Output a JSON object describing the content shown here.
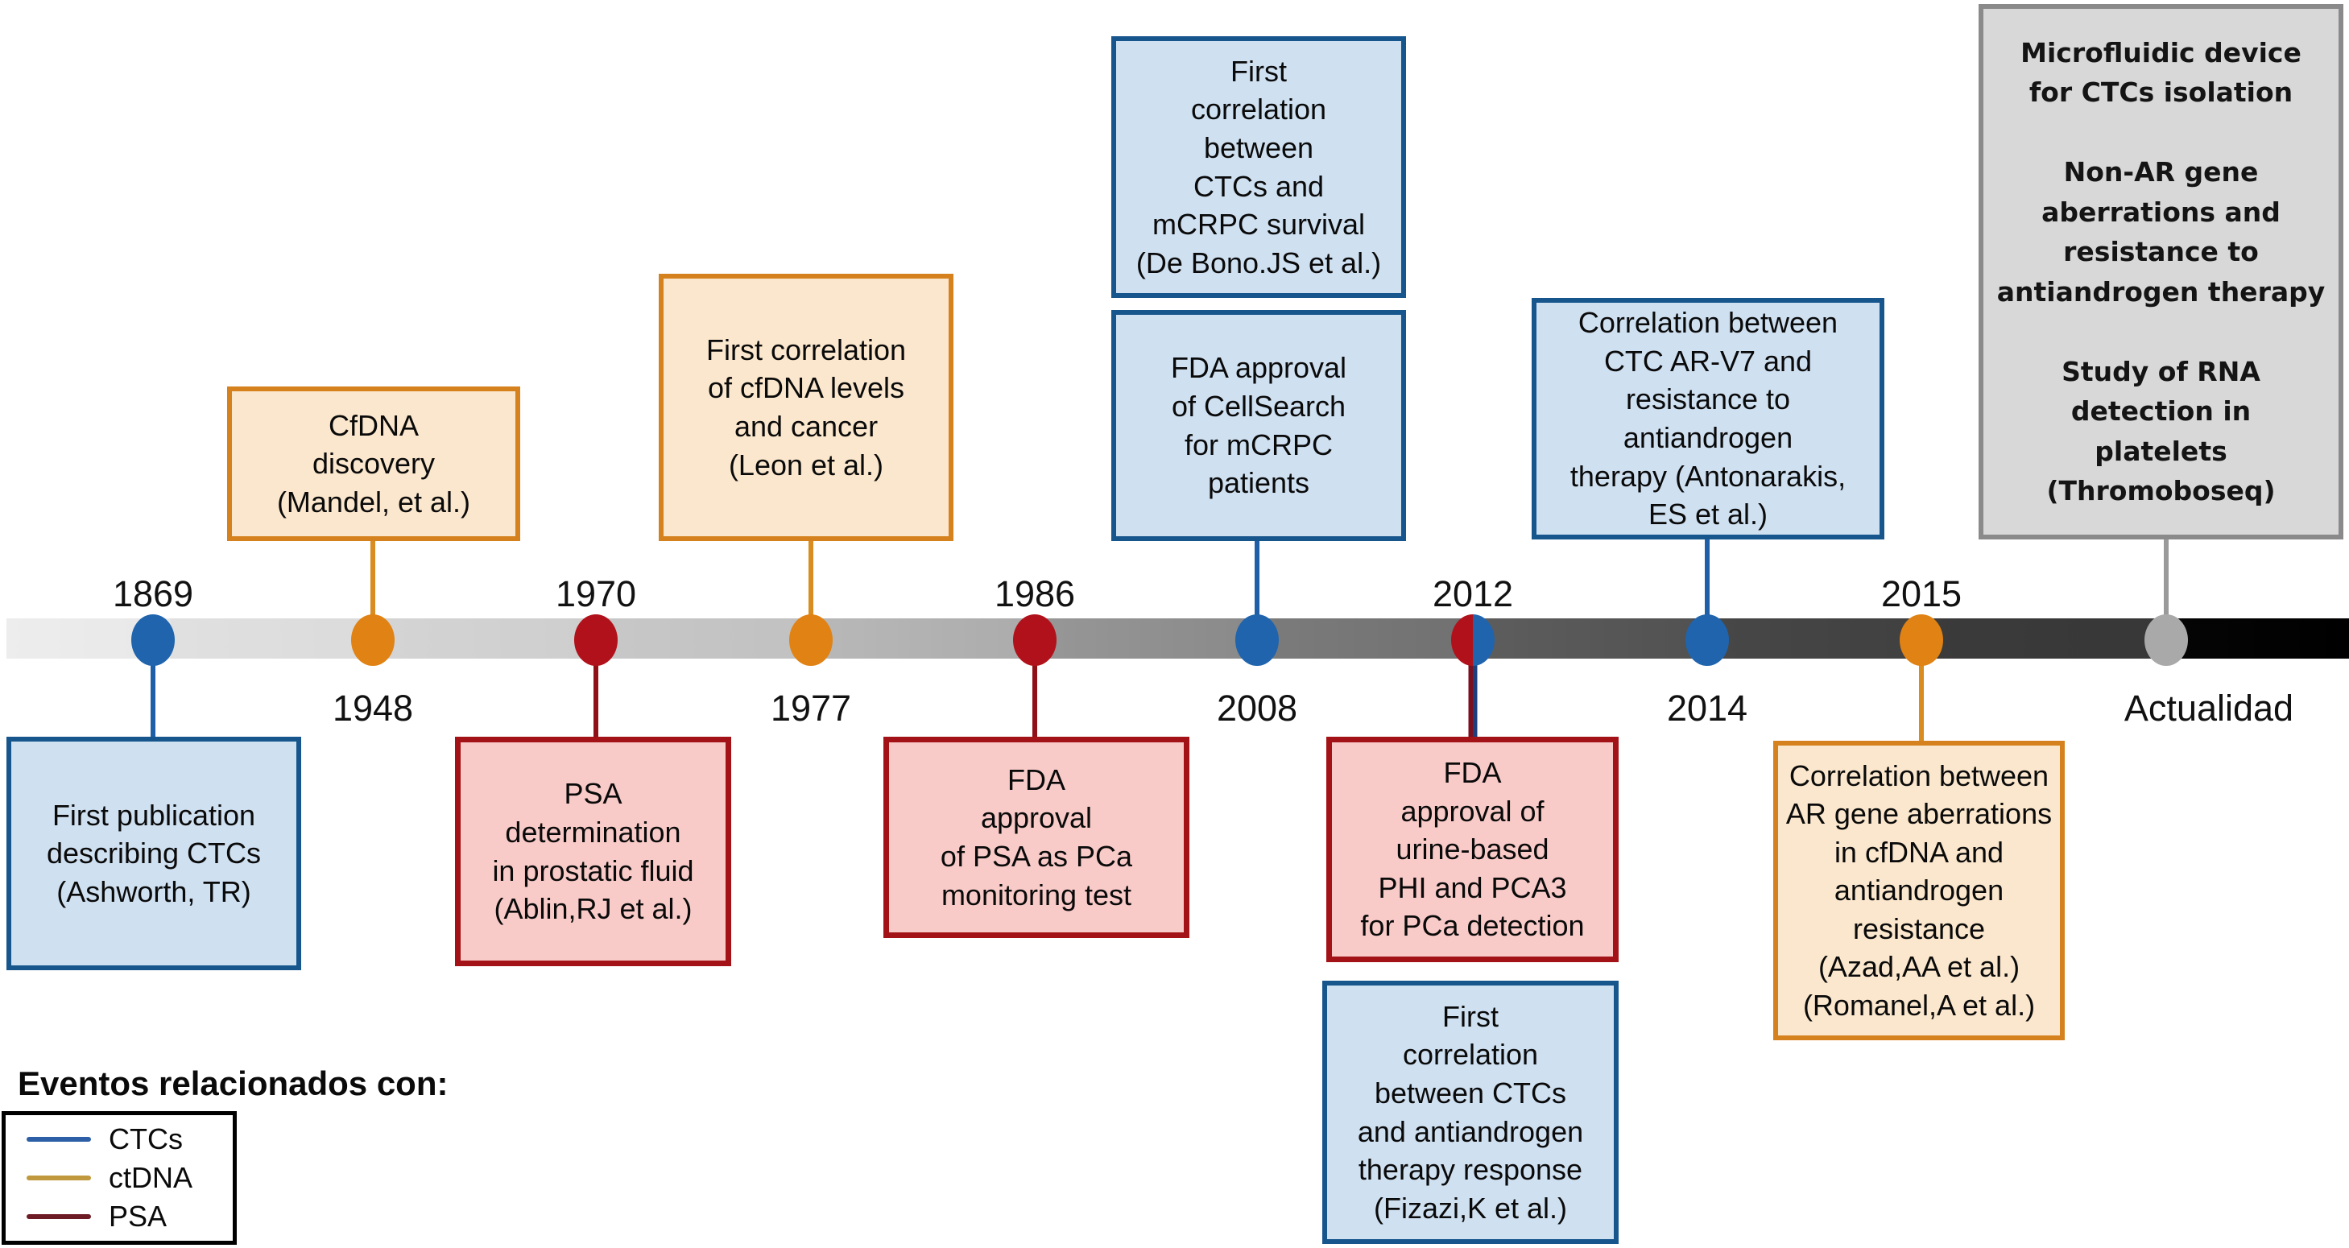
{
  "colors": {
    "ctcs_blue_border": "#17568d",
    "ctcs_blue_fill": "#cfe0f1",
    "ctdna_orange_border": "#d5821e",
    "ctdna_orange_fill": "#fbe7cd",
    "psa_red_border": "#a31217",
    "psa_red_fill": "#f8cbc8",
    "gray_border": "#8a8a8a",
    "gray_fill": "#d8d8d8",
    "dot_blue": "#1f64ad",
    "dot_orange": "#e08214",
    "dot_red": "#b1111a",
    "dot_gray": "#a9a9a9"
  },
  "years": [
    {
      "label": "1869",
      "side": "above"
    },
    {
      "label": "1948",
      "side": "below"
    },
    {
      "label": "1970",
      "side": "above"
    },
    {
      "label": "1977",
      "side": "below"
    },
    {
      "label": "1986",
      "side": "above"
    },
    {
      "label": "2008",
      "side": "below"
    },
    {
      "label": "2012",
      "side": "above"
    },
    {
      "label": "2014",
      "side": "below"
    },
    {
      "label": "2015",
      "side": "above"
    },
    {
      "label": "Actualidad",
      "side": "below"
    }
  ],
  "boxes": {
    "ashworth": {
      "category": "CTCs",
      "text": "First publication\ndescribing CTCs\n(Ashworth, TR)"
    },
    "mandel": {
      "category": "ctDNA",
      "text": "CfDNA\ndiscovery\n(Mandel, et al.)"
    },
    "leon": {
      "category": "ctDNA",
      "text": "First correlation\nof cfDNA levels\nand cancer\n(Leon et al.)"
    },
    "debono": {
      "category": "CTCs",
      "text": "First\ncorrelation\nbetween\nCTCs and\nmCRPC survival\n(De Bono.JS et al.)"
    },
    "cellsearch": {
      "category": "CTCs",
      "text": "FDA approval\nof CellSearch\nfor mCRPC\npatients"
    },
    "ablin": {
      "category": "PSA",
      "text": "PSA\ndetermination\nin prostatic fluid\n(Ablin,RJ et al.)"
    },
    "psa_fda": {
      "category": "PSA",
      "text": "FDA\napproval\nof PSA as PCa\nmonitoring test"
    },
    "phi_pca3": {
      "category": "PSA",
      "text": "FDA\napproval of\nurine-based\nPHI and PCA3\nfor PCa detection"
    },
    "fizazi": {
      "category": "CTCs",
      "text": "First\ncorrelation\nbetween CTCs\nand antiandrogen\ntherapy response\n(Fizazi,K et al.)"
    },
    "antonarakis": {
      "category": "CTCs",
      "text": "Correlation between\nCTC AR-V7 and\nresistance to\nantiandrogen\ntherapy (Antonarakis,\nES et al.)"
    },
    "azad_romanel": {
      "category": "ctDNA",
      "text": "Correlation between\nAR gene aberrations\nin cfDNA and\nantiandrogen\nresistance\n(Azad,AA et al.)\n(Romanel,A et al.)"
    },
    "actualidad_gray": {
      "category": "current",
      "text": "Microfluidic device\nfor CTCs isolation\n\nNon-AR gene\naberrations and\nresistance to\nantiandrogen therapy\n\nStudy of RNA\ndetection in\nplatelets\n(Thromoboseq)"
    }
  },
  "legend": {
    "title": "Eventos relacionados con:",
    "items": [
      {
        "label": "CTCs",
        "line_color": "#2d5fa6"
      },
      {
        "label": "ctDNA",
        "line_color": "#c0993f"
      },
      {
        "label": "PSA",
        "line_color": "#6d1b24"
      }
    ]
  }
}
